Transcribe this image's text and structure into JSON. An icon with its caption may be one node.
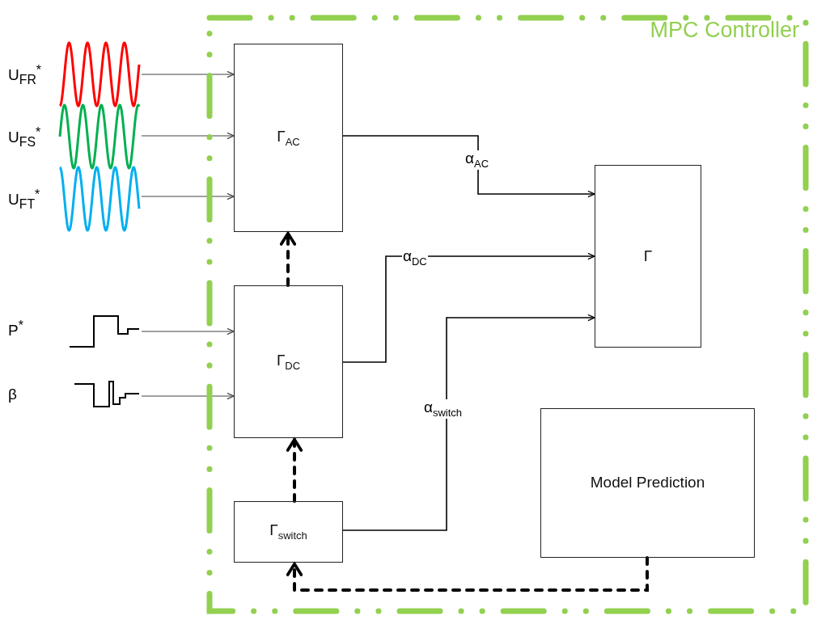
{
  "diagram": {
    "nodes": [
      {
        "text": [
          "MPC Controller"
        ]
      },
      {
        "text": [
          "Γ$_{AC}$"
        ],
        "in": 0
      },
      {
        "text": [
          "Γ$_{DC}$"
        ],
        "in": 0
      },
      {
        "text": [
          "Γ$_{switch}$"
        ],
        "in": 0
      },
      {
        "text": [
          "Γ"
        ],
        "in": 0
      },
      {
        "text": [
          "Model Prediction"
        ],
        "in": 0
      },
      {
        "text": [
          "U$_{FR}$$^{*}$"
        ]
      },
      {
        "text": [
          "U$_{FS}$$^{*}$"
        ]
      },
      {
        "text": [
          "U$_{FT}$$^{*}$"
        ]
      },
      {
        "text": [
          "P$^{*}$"
        ]
      },
      {
        "text": [
          "β"
        ]
      }
    ],
    "edges": [
      {
        "from": 6,
        "to": 1,
        "arrow": "to"
      },
      {
        "from": 7,
        "to": 1,
        "arrow": "to"
      },
      {
        "from": 8,
        "to": 1,
        "arrow": "to"
      },
      {
        "from": 9,
        "to": 2,
        "arrow": "to"
      },
      {
        "from": 10,
        "to": 2,
        "arrow": "to"
      },
      {
        "from": 1,
        "to": 4,
        "arrow": "to",
        "label": "α$_{AC}$"
      },
      {
        "from": 2,
        "to": 4,
        "arrow": "to",
        "label": "α$_{DC}$"
      },
      {
        "from": 3,
        "to": 4,
        "arrow": "to",
        "label": "α$_{switch}$"
      },
      {
        "from": 2,
        "to": 1,
        "arrow": "to",
        "style": "dashed"
      },
      {
        "from": 3,
        "to": 2,
        "arrow": "to",
        "style": "dashed"
      },
      {
        "from": 5,
        "to": 3,
        "arrow": "to",
        "style": "dashed"
      }
    ]
  }
}
